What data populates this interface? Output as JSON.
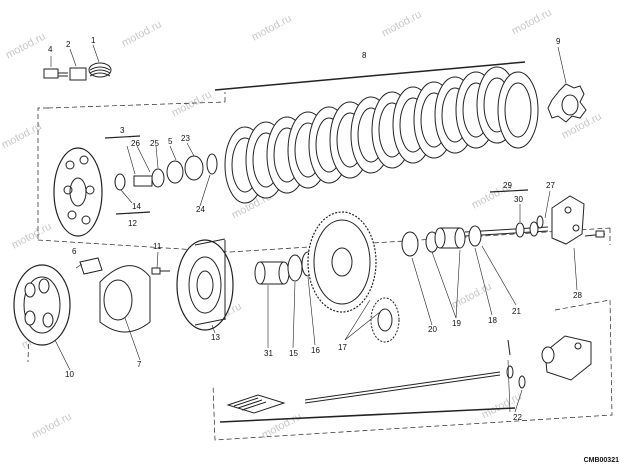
{
  "watermark": "motod.ru",
  "part_numbers": {
    "p1": "1",
    "p2": "2",
    "p3": "3",
    "p4": "4",
    "p5": "5",
    "p6": "6",
    "p7": "7",
    "p8": "8",
    "p9": "9",
    "p10": "10",
    "p11": "11",
    "p12": "12",
    "p13": "13",
    "p14": "14",
    "p15": "15",
    "p16": "16",
    "p17": "17",
    "p18": "18",
    "p19": "19",
    "p20": "20",
    "p21": "21",
    "p22": "22",
    "p23": "23",
    "p24": "24",
    "p25": "25",
    "p26": "26",
    "p27": "27",
    "p28": "28",
    "p29": "29",
    "p30": "30",
    "p31": "31"
  },
  "drawing_code": "CMB00321"
}
